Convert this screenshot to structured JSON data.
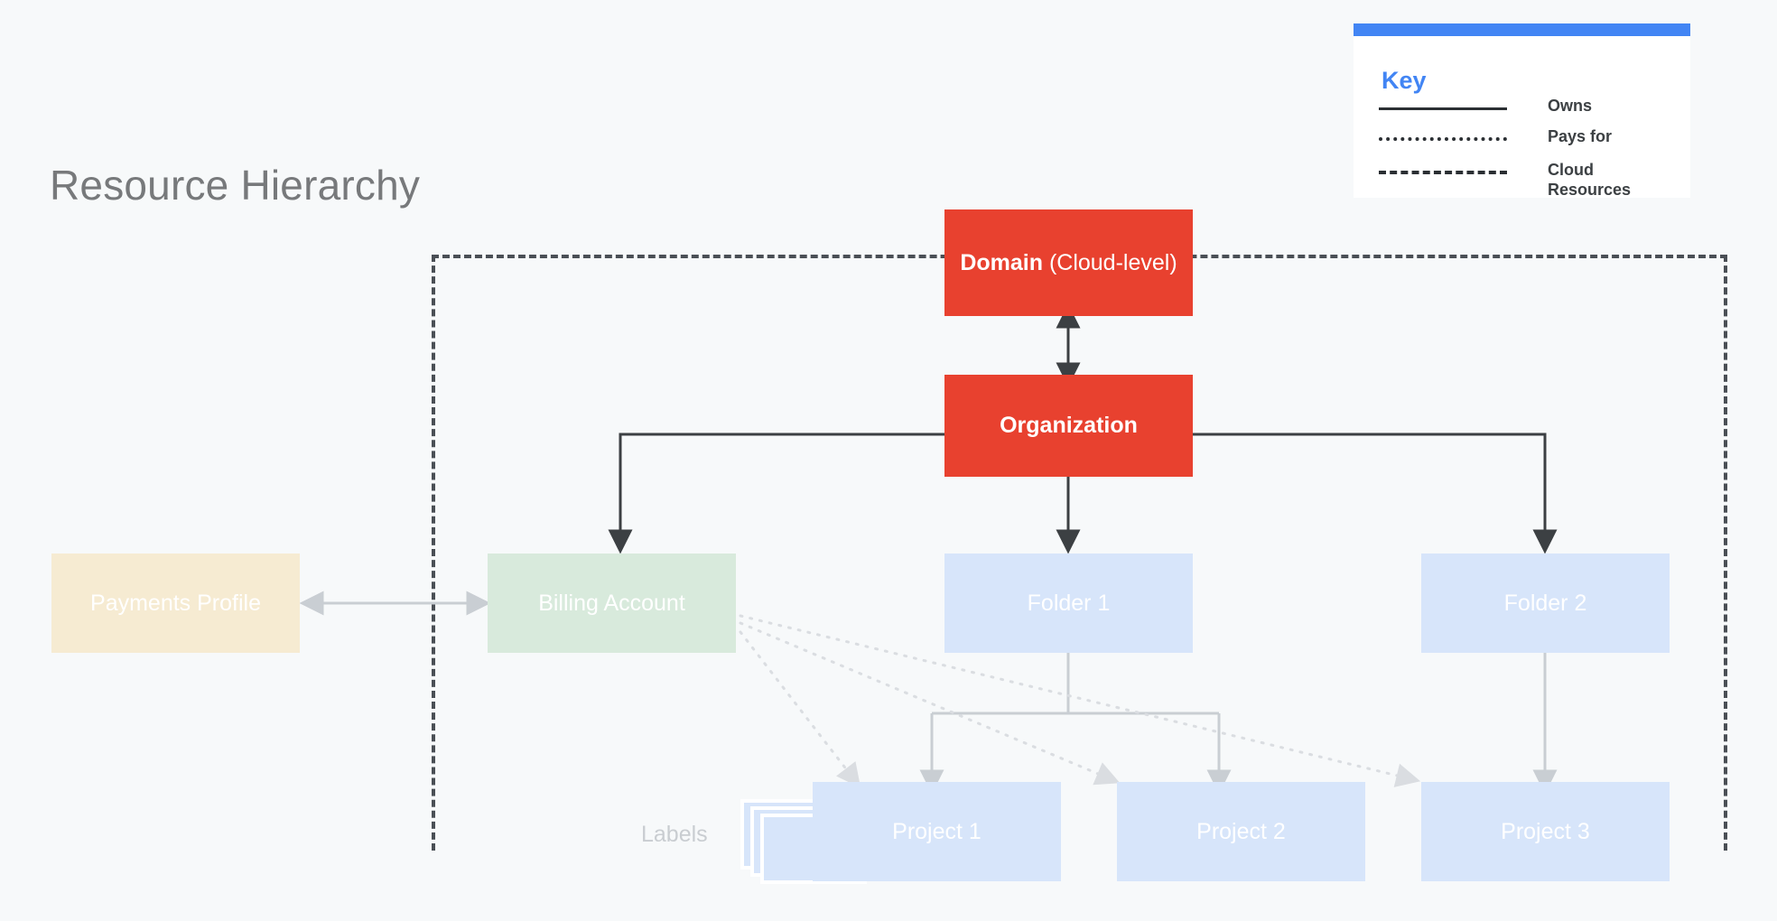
{
  "page": {
    "title": "Resource Hierarchy",
    "background_color": "#F7F9FA"
  },
  "colors": {
    "red": "#E8412F",
    "green": "#D8EADC",
    "cream": "#F6EBD2",
    "blue": "#D7E5FA",
    "accent_blue": "#4285F4",
    "dark_line": "#3C4043",
    "light_line": "#C9CED3",
    "title_gray": "#77797B"
  },
  "key": {
    "title": "Key",
    "rows": [
      {
        "style": "solid",
        "label": "Owns"
      },
      {
        "style": "dotted",
        "label": "Pays for"
      },
      {
        "style": "dashed",
        "label": "Cloud\nResources"
      }
    ]
  },
  "nodes": {
    "domain": {
      "label_bold": "Domain",
      "label_regular": " (Cloud-level)"
    },
    "organization": {
      "label": "Organization"
    },
    "payments_profile": {
      "label": "Payments Profile"
    },
    "billing_account": {
      "label": "Billing Account"
    },
    "folder_1": {
      "label": "Folder 1"
    },
    "folder_2": {
      "label": "Folder 2"
    },
    "project_1": {
      "label": "Project 1"
    },
    "project_2": {
      "label": "Project 2"
    },
    "project_3": {
      "label": "Project 3"
    },
    "labels": {
      "label": "Labels"
    }
  }
}
